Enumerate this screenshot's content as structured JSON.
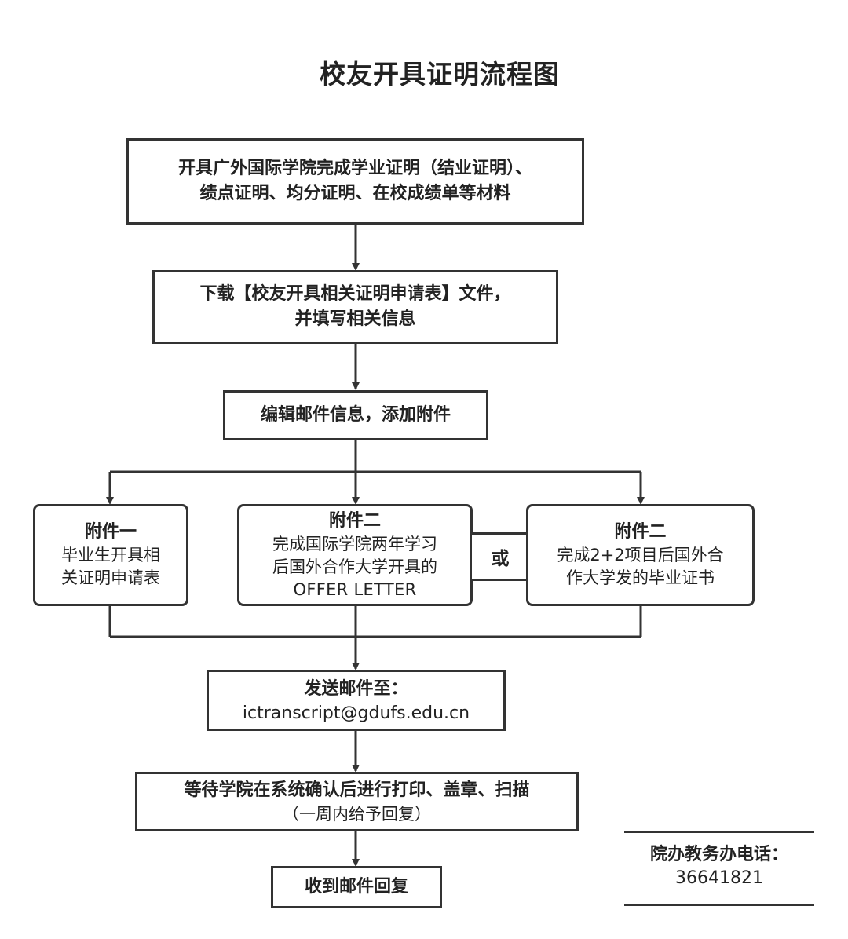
{
  "title": "校友开具证明流程图",
  "steps": {
    "step1": {
      "line1": "开具广外国际学院完成学业证明（结业证明）、",
      "line2": "绩点证明、均分证明、在校成绩单等材料"
    },
    "step2": {
      "line1": "下载【校友开具相关证明申请表】文件，",
      "line2": "并填写相关信息"
    },
    "step3": {
      "line1": "编辑邮件信息，添加附件"
    },
    "step4": {
      "line1": "发送邮件至：",
      "line2": "ictranscript@gdufs.edu.cn"
    },
    "step5": {
      "line1": "等待学院在系统确认后进行打印、盖章、扫描",
      "line2": "（一周内给予回复）"
    },
    "step6": {
      "line1": "收到邮件回复"
    }
  },
  "attachments": [
    {
      "title": "附件一",
      "line1": "毕业生开具相",
      "line2": "关证明申请表"
    },
    {
      "title": "附件二",
      "line1": "完成国际学院两年学习",
      "line2": "后国外合作大学开具的",
      "line3": "OFFER LETTER"
    },
    {
      "title": "附件二",
      "line1": "完成2+2项目后国外合",
      "line2": "作大学发的毕业证书"
    }
  ],
  "or_label": "或",
  "contact": {
    "label": "院办教务办电话：",
    "phone": "36641821"
  },
  "colors": {
    "stroke": "#333333",
    "text": "#222222",
    "background": "#ffffff"
  }
}
